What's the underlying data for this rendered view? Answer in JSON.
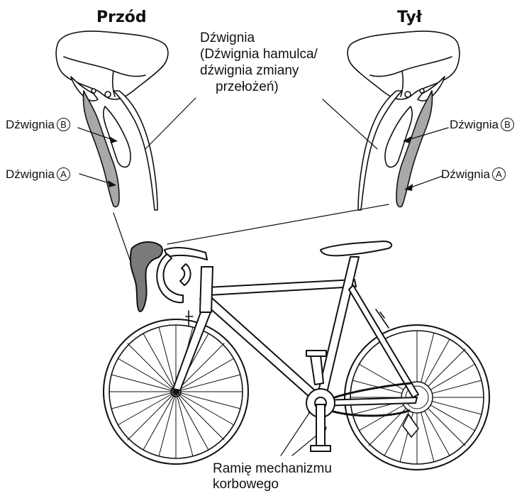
{
  "titles": {
    "front": "Przód",
    "rear": "Tył"
  },
  "labels": {
    "lever_main": [
      "Dźwignia",
      "(Dźwignia hamulca/",
      "dźwignia zmiany",
      "przełożeń)"
    ],
    "lever_b_front": "Dźwignia",
    "lever_b_front_mark": "B",
    "lever_a_front": "Dźwignia",
    "lever_a_front_mark": "A",
    "lever_b_rear": "Dźwignia",
    "lever_b_rear_mark": "B",
    "lever_a_rear": "Dźwignia",
    "lever_a_rear_mark": "A",
    "crank": [
      "Ramię mechanizmu",
      "korbowego"
    ]
  },
  "colors": {
    "line": "#111111",
    "lever_fill": "#a8a8a8",
    "stroke_fill": "#ffffff"
  }
}
